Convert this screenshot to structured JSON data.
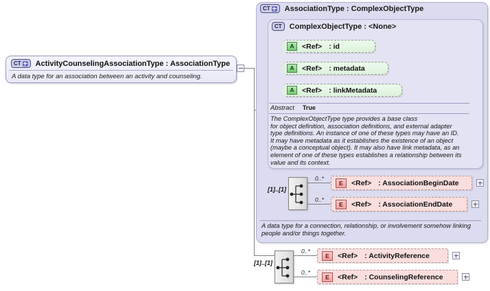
{
  "diagram": {
    "title": "XSD complexType diagram",
    "colors": {
      "complex_type_fill": "#dcdcf0",
      "inner_type_fill": "#e3e3f4",
      "attribute_fill": "#dcf2dc",
      "element_fill": "#fadede",
      "line": "#808080"
    }
  },
  "root_type": {
    "badge": "CT",
    "badge_expander": "plus-icon",
    "name": "ActivityCounselingAssociationType : AssociationType",
    "documentation": "A data type for an association between an activity and counseling."
  },
  "association_type": {
    "badge": "CT",
    "badge_expander": "plus-icon",
    "name": "AssociationType : ComplexObjectType",
    "documentation": "A data type for a connection, relationship, or involvement somehow linking people and/or things together."
  },
  "complex_object_type": {
    "badge": "CT",
    "name": "ComplexObjectType : <None>",
    "abstract_label": "Abstract",
    "abstract_value": "True",
    "documentation": "The ComplexObjectType type provides a base class\nfor object definition, association definitions, and external adapter\ntype definitions. An instance of one of these types may have an ID.\nIt may have metadata as it establishes the existence of an object\n(maybe a conceptual object). It may also have link metadata, as an\nelement of one of these types establishes a relationship between its\nvalue and its context.",
    "attributes": [
      {
        "badge": "A",
        "ref": "<Ref>",
        "name": ": id"
      },
      {
        "badge": "A",
        "ref": "<Ref>",
        "name": ": metadata"
      },
      {
        "badge": "A",
        "ref": "<Ref>",
        "name": ": linkMetadata"
      }
    ]
  },
  "association_sequence": {
    "compositor": "sequence-icon",
    "cardinality": "[1]..[1]",
    "elements": [
      {
        "badge": "E",
        "ref": "<Ref>",
        "name": ": AssociationBeginDate",
        "occurrence": "0..*",
        "expander": "plus-icon"
      },
      {
        "badge": "E",
        "ref": "<Ref>",
        "name": ": AssociationEndDate",
        "occurrence": "0..*",
        "expander": "plus-icon"
      }
    ]
  },
  "root_sequence": {
    "compositor": "sequence-icon",
    "cardinality": "[1]..[1]",
    "elements": [
      {
        "badge": "E",
        "ref": "<Ref>",
        "name": ": ActivityReference",
        "occurrence": "0..*",
        "expander": "plus-icon"
      },
      {
        "badge": "E",
        "ref": "<Ref>",
        "name": ": CounselingReference",
        "occurrence": "0..*",
        "expander": "plus-icon"
      }
    ]
  }
}
